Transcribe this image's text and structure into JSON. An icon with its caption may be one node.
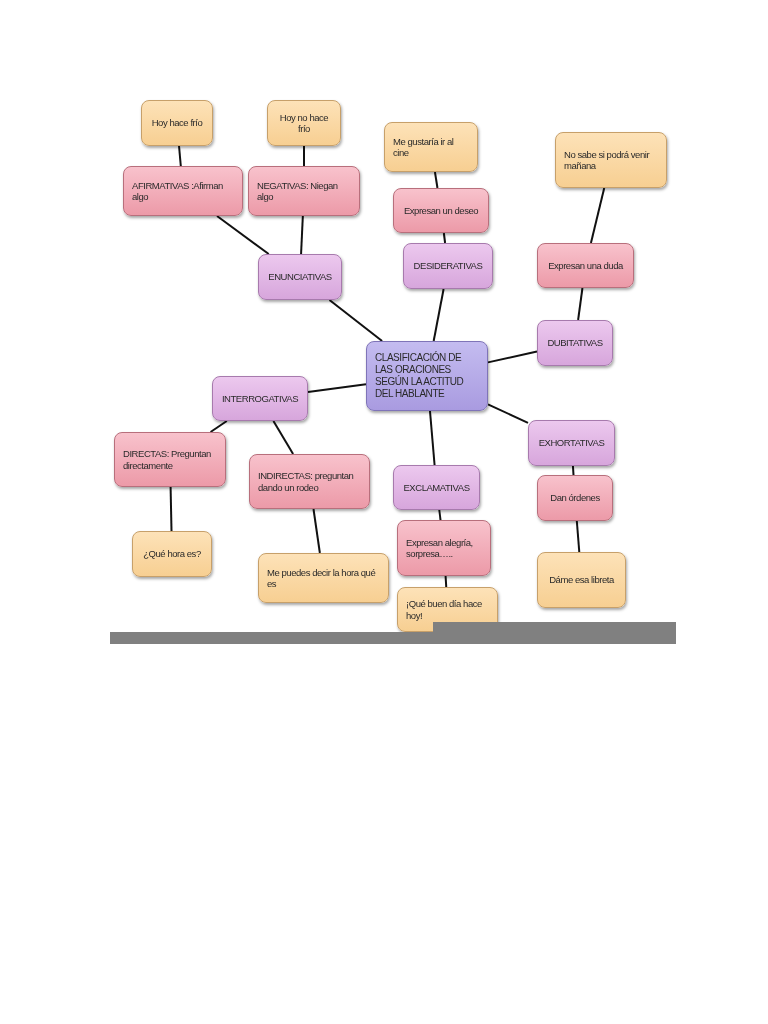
{
  "diagram": {
    "nodes": [
      {
        "text": [
          "CLASIFICACIÓN DE LAS ORACIONES SEGÚN LA ACTITUD DEL HABLANTE"
        ]
      },
      {
        "text": [
          "ENUNCIATIVAS"
        ]
      },
      {
        "text": [
          "AFIRMATIVAS :Afirman algo"
        ]
      },
      {
        "text": [
          "NEGATIVAS: Niegan algo"
        ]
      },
      {
        "text": [
          "Hoy hace frío"
        ]
      },
      {
        "text": [
          "Hoy no hace frío"
        ]
      },
      {
        "text": [
          "DESIDERATIVAS"
        ]
      },
      {
        "text": [
          "Expresan un deseo"
        ]
      },
      {
        "text": [
          "Me gustaría ir al cine"
        ]
      },
      {
        "text": [
          "DUBITATIVAS"
        ]
      },
      {
        "text": [
          "Expresan una duda"
        ]
      },
      {
        "text": [
          "No sabe si podrá venir mañana"
        ]
      },
      {
        "text": [
          "INTERROGATIVAS"
        ]
      },
      {
        "text": [
          "DIRECTAS: Preguntan directamente"
        ]
      },
      {
        "text": [
          "¿Qué hora es?"
        ]
      },
      {
        "text": [
          "INDIRECTAS: preguntan dando un rodeo"
        ]
      },
      {
        "text": [
          "Me puedes decir la hora qué es"
        ]
      },
      {
        "text": [
          "EXCLAMATIVAS"
        ]
      },
      {
        "text": [
          "Expresan alegría, sorpresa….."
        ]
      },
      {
        "text": [
          "¡Qué buen día hace hoy!"
        ]
      },
      {
        "text": [
          "EXHORTATIVAS"
        ]
      },
      {
        "text": [
          "Dan órdenes"
        ]
      },
      {
        "text": [
          "Dáme esa libreta"
        ]
      },
      {
        "text": [],
        "shape": "bar"
      }
    ],
    "edges": [
      {
        "from": 0,
        "to": 1,
        "arrow": "none"
      },
      {
        "from": 1,
        "to": 2,
        "arrow": "none"
      },
      {
        "from": 1,
        "to": 3,
        "arrow": "none"
      },
      {
        "from": 2,
        "to": 4,
        "arrow": "none"
      },
      {
        "from": 3,
        "to": 5,
        "arrow": "none"
      },
      {
        "from": 0,
        "to": 6,
        "arrow": "none"
      },
      {
        "from": 6,
        "to": 7,
        "arrow": "none"
      },
      {
        "from": 7,
        "to": 8,
        "arrow": "none"
      },
      {
        "from": 0,
        "to": 9,
        "arrow": "none"
      },
      {
        "from": 9,
        "to": 10,
        "arrow": "none"
      },
      {
        "from": 10,
        "to": 11,
        "arrow": "none"
      },
      {
        "from": 0,
        "to": 12,
        "arrow": "none"
      },
      {
        "from": 12,
        "to": 13,
        "arrow": "none"
      },
      {
        "from": 13,
        "to": 14,
        "arrow": "none"
      },
      {
        "from": 12,
        "to": 15,
        "arrow": "none"
      },
      {
        "from": 15,
        "to": 16,
        "arrow": "none"
      },
      {
        "from": 0,
        "to": 17,
        "arrow": "none"
      },
      {
        "from": 17,
        "to": 18,
        "arrow": "none"
      },
      {
        "from": 18,
        "to": 19,
        "arrow": "none"
      },
      {
        "from": 0,
        "to": 20,
        "arrow": "none"
      },
      {
        "from": 20,
        "to": 21,
        "arrow": "none"
      },
      {
        "from": 21,
        "to": 22,
        "arrow": "none"
      }
    ]
  }
}
